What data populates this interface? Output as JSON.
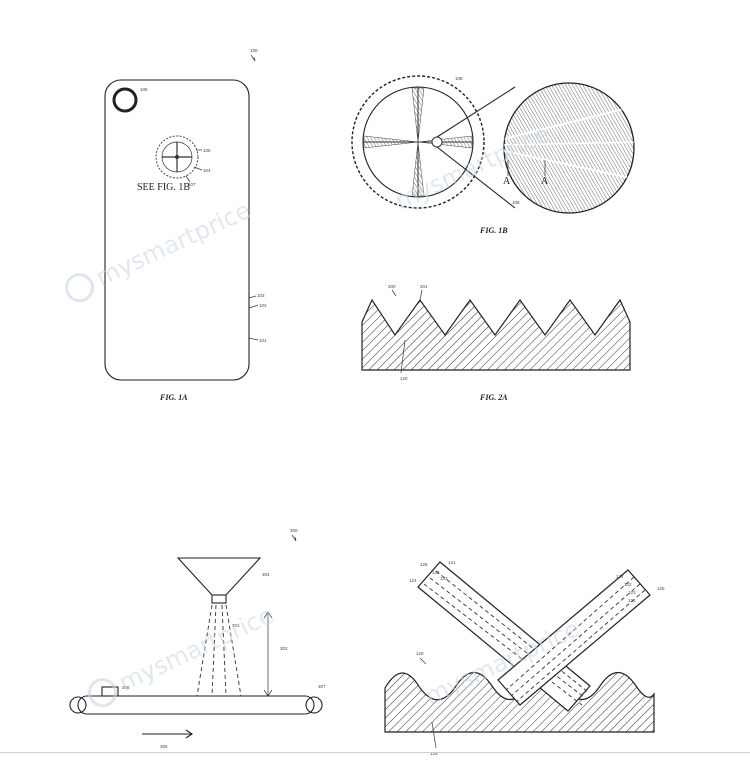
{
  "fig1a": {
    "caption": "FIG. 1A",
    "callout": "SEE FIG. 1B",
    "refs": [
      "100",
      "103",
      "106",
      "107",
      "104",
      "102",
      "101",
      "105"
    ]
  },
  "fig1b": {
    "caption": "FIG. 1B",
    "refs": [
      "108",
      "A",
      "A",
      "108"
    ]
  },
  "fig2a": {
    "caption": "FIG. 2A",
    "refs": [
      "200",
      "201",
      "120"
    ]
  },
  "fig3": {
    "refs": [
      "300",
      "304",
      "303",
      "302",
      "306",
      "307",
      "305"
    ]
  },
  "fig4": {
    "refs": [
      "124",
      "125",
      "122",
      "123",
      "121",
      "124",
      "122",
      "123",
      "121",
      "120",
      "125",
      "129"
    ]
  },
  "watermark": {
    "text": "mysmartprice",
    "color": "#c9d6e6"
  }
}
